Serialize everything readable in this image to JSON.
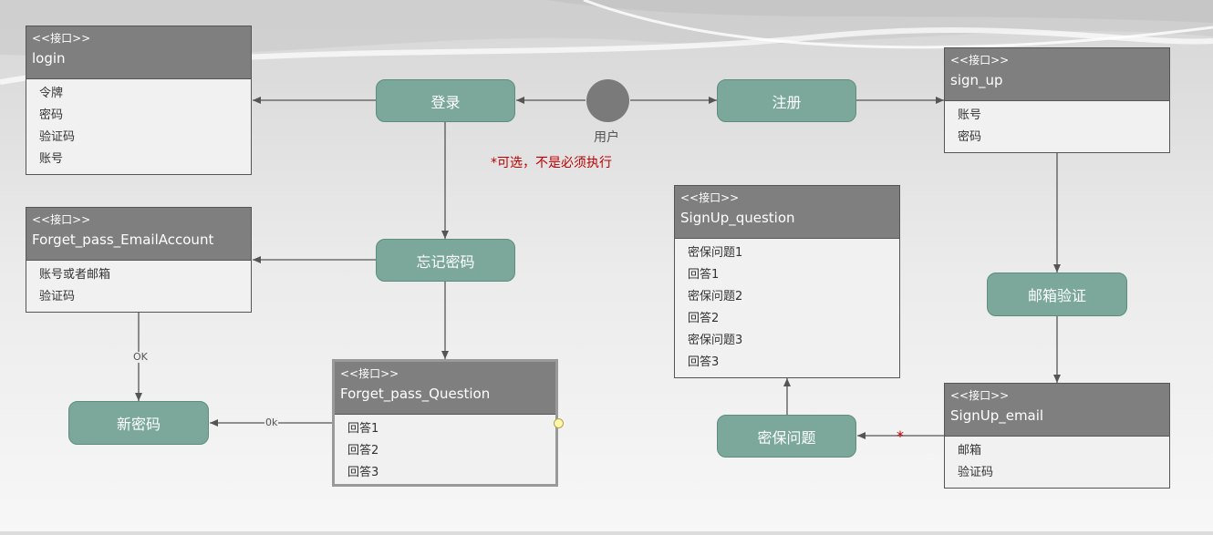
{
  "stereotype": "<<接口>>",
  "actor": {
    "label": "用户"
  },
  "note": "*可选，不是必须执行",
  "nodes": {
    "login": "登录",
    "register": "注册",
    "forget": "忘记密码",
    "new_password": "新密码",
    "email_verify": "邮箱验证",
    "security_question": "密保问题"
  },
  "interfaces": {
    "login": {
      "name": "login",
      "fields": [
        "令牌",
        "密码",
        "验证码",
        "账号"
      ]
    },
    "sign_up": {
      "name": "sign_up",
      "fields": [
        "账号",
        "密码"
      ]
    },
    "forget_email": {
      "name": "Forget_pass_EmailAccount",
      "fields": [
        "账号或者邮箱",
        "验证码"
      ]
    },
    "forget_question": {
      "name": "Forget_pass_Question",
      "fields": [
        "回答1",
        "回答2",
        "回答3"
      ]
    },
    "signup_question": {
      "name": "SignUp_question",
      "fields": [
        "密保问题1",
        "回答1",
        "密保问题2",
        "回答2",
        "密保问题3",
        "回答3"
      ]
    },
    "signup_email": {
      "name": "SignUp_email",
      "fields": [
        "邮箱",
        "验证码"
      ]
    }
  },
  "edge_labels": {
    "ok_upper": "OK",
    "ok_lower": "0k",
    "multiplicity": "*"
  },
  "colors": {
    "node_fill": "#7ba89b",
    "header_fill": "#7f7f7f",
    "note_red": "#c00000"
  }
}
